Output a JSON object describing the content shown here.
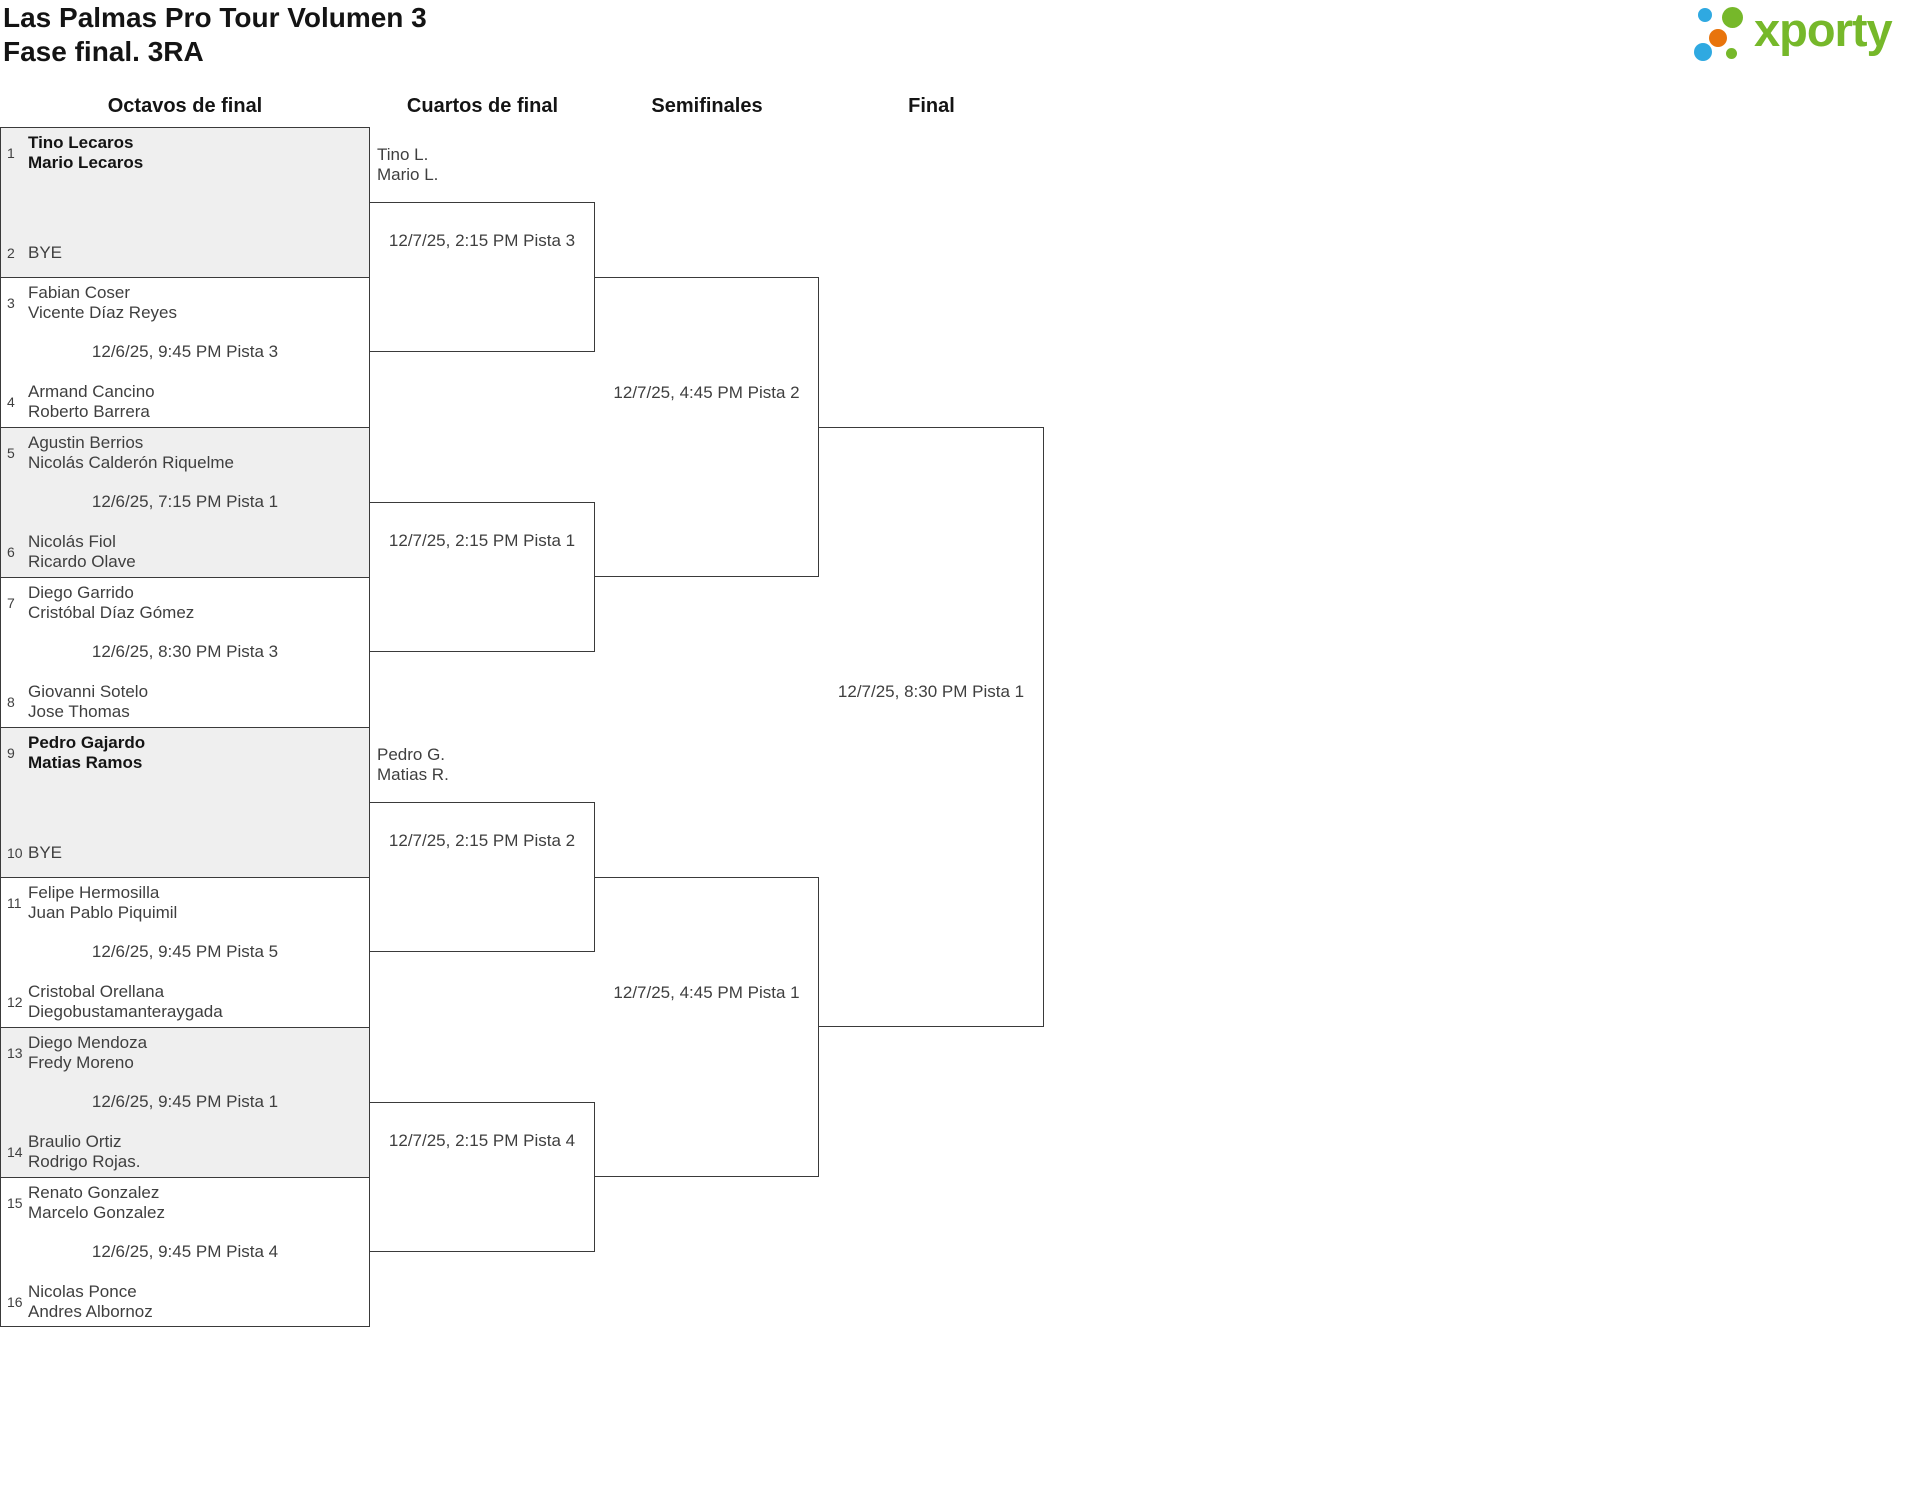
{
  "colors": {
    "brand_green": "#76b82a",
    "brand_blue": "#2fa9e1",
    "brand_orange": "#e8740c",
    "line": "#3a3a3a",
    "row_alt_gray": "#efefef",
    "text": "#3f3f3f",
    "text_dark": "#141414"
  },
  "header": {
    "title_line1": "Las Palmas Pro Tour Volumen 3",
    "title_line2": "Fase final. 3RA",
    "logo_text": "xporty"
  },
  "rounds": [
    "Octavos de final",
    "Cuartos de final",
    "Semifinales",
    "Final"
  ],
  "octavos": {
    "matches": [
      {
        "seed_a": "1",
        "team_a": [
          "Tino Lecaros",
          "Mario Lecaros"
        ],
        "seed_b": "2",
        "team_b": [
          "BYE"
        ],
        "time": ""
      },
      {
        "seed_a": "3",
        "team_a": [
          "Fabian Coser",
          "Vicente Díaz Reyes"
        ],
        "seed_b": "4",
        "team_b": [
          "Armand Cancino",
          "Roberto Barrera"
        ],
        "time": "12/6/25, 9:45 PM Pista 3"
      },
      {
        "seed_a": "5",
        "team_a": [
          "Agustin Berrios",
          "Nicolás Calderón Riquelme"
        ],
        "seed_b": "6",
        "team_b": [
          "Nicolás Fiol",
          "Ricardo Olave"
        ],
        "time": "12/6/25, 7:15 PM Pista 1"
      },
      {
        "seed_a": "7",
        "team_a": [
          "Diego Garrido",
          "Cristóbal Díaz Gómez"
        ],
        "seed_b": "8",
        "team_b": [
          "Giovanni Sotelo",
          "Jose Thomas"
        ],
        "time": "12/6/25, 8:30 PM Pista 3"
      },
      {
        "seed_a": "9",
        "team_a": [
          "Pedro Gajardo",
          "Matias Ramos"
        ],
        "seed_b": "10",
        "team_b": [
          "BYE"
        ],
        "time": ""
      },
      {
        "seed_a": "11",
        "team_a": [
          "Felipe Hermosilla",
          "Juan Pablo Piquimil"
        ],
        "seed_b": "12",
        "team_b": [
          "Cristobal Orellana",
          "Diegobustamanteraygada"
        ],
        "time": "12/6/25, 9:45 PM Pista 5"
      },
      {
        "seed_a": "13",
        "team_a": [
          "Diego Mendoza",
          "Fredy Moreno"
        ],
        "seed_b": "14",
        "team_b": [
          "Braulio Ortiz",
          "Rodrigo Rojas."
        ],
        "time": "12/6/25, 9:45 PM Pista 1"
      },
      {
        "seed_a": "15",
        "team_a": [
          "Renato Gonzalez",
          "Marcelo Gonzalez"
        ],
        "seed_b": "16",
        "team_b": [
          "Nicolas Ponce",
          "Andres Albornoz"
        ],
        "time": "12/6/25, 9:45 PM Pista 4"
      }
    ]
  },
  "cuartos": {
    "matches": [
      {
        "advanced": [
          "Tino L.",
          "Mario L."
        ],
        "time": "12/7/25, 2:15 PM Pista 3"
      },
      {
        "advanced": [],
        "time": "12/7/25, 2:15 PM Pista 1"
      },
      {
        "advanced": [
          "Pedro G.",
          "Matias R."
        ],
        "time": "12/7/25, 2:15 PM Pista 2"
      },
      {
        "advanced": [],
        "time": "12/7/25, 2:15 PM Pista 4"
      }
    ]
  },
  "semifinales": {
    "matches": [
      {
        "time": "12/7/25, 4:45 PM Pista 2"
      },
      {
        "time": "12/7/25, 4:45 PM Pista 1"
      }
    ]
  },
  "final": {
    "time": "12/7/25, 8:30 PM Pista 1"
  }
}
